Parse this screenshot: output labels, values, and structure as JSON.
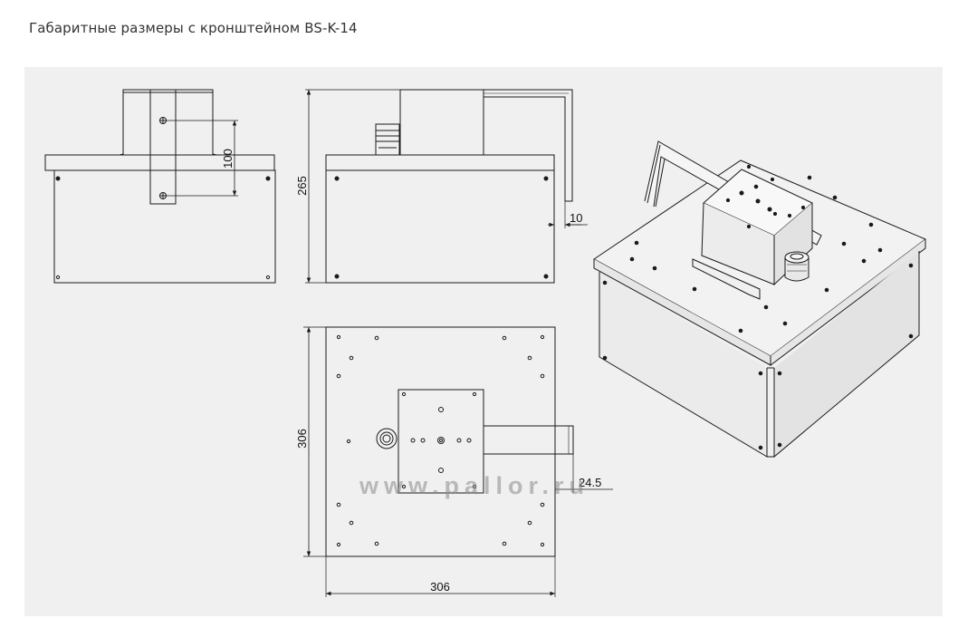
{
  "title": "Габаритные размеры с кронштейном BS-K-14",
  "dimensions": {
    "bracket_hole_spacing": "100",
    "side_height": "265",
    "side_offset": "10",
    "top_depth": "306",
    "top_width": "306",
    "bracket_overhang": "24.5"
  },
  "watermark": "www.pallor.ru",
  "colors": {
    "panel_bg": "#f0f0f0",
    "line": "#1a1a1a",
    "watermark": "#8a8a8a"
  }
}
